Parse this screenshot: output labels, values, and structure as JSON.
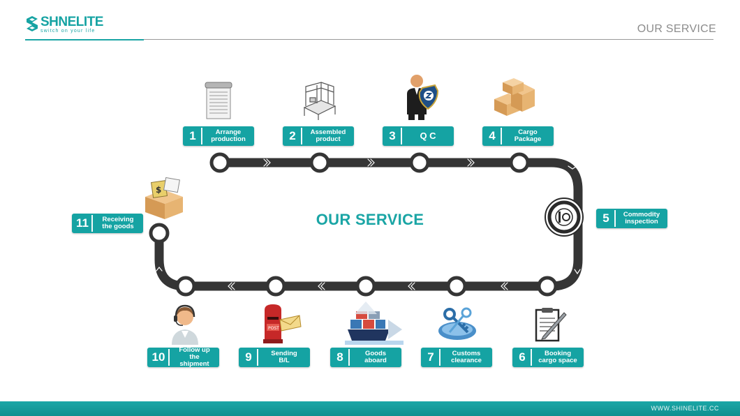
{
  "header": {
    "brand_name": "SHNELITE",
    "brand_tagline": "switch on your life",
    "page_title": "OUR SERVICE"
  },
  "diagram": {
    "center_title": "OUR SERVICE",
    "steps": [
      {
        "num": "1",
        "label": "Arrange\nproduction",
        "icon": "document-stack-icon"
      },
      {
        "num": "2",
        "label": "Assembled\nproduct",
        "icon": "assembly-line-icon"
      },
      {
        "num": "3",
        "label": "Q C",
        "icon": "inspector-shield-icon"
      },
      {
        "num": "4",
        "label": "Cargo\nPackage",
        "icon": "cardboard-boxes-icon"
      },
      {
        "num": "5",
        "label": "Commodity\ninspection",
        "icon": "ciq-stamp-icon"
      },
      {
        "num": "6",
        "label": "Booking\ncargo space",
        "icon": "clipboard-pen-icon"
      },
      {
        "num": "7",
        "label": "Customs\nclearance",
        "icon": "key-plate-icon"
      },
      {
        "num": "8",
        "label": "Goods\naboard",
        "icon": "container-ship-icon"
      },
      {
        "num": "9",
        "label": "Sending\nB/L",
        "icon": "post-box-icon"
      },
      {
        "num": "10",
        "label": "Follow up\nthe shipment",
        "icon": "headset-agent-icon"
      },
      {
        "num": "11",
        "label": "Receiving\nthe goods",
        "icon": "box-with-money-icon"
      }
    ]
  },
  "footer": {
    "url": "WWW.SHINELITE.CC"
  },
  "colors": {
    "accent": "#15a3a3",
    "track": "#353535"
  }
}
